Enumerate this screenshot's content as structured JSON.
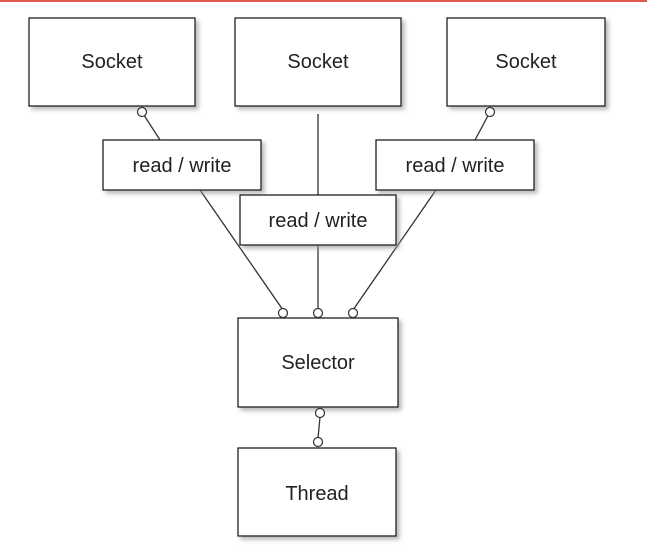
{
  "colors": {
    "accent_bar": "#e05a4e",
    "box_fill": "#ffffff",
    "box_stroke": "#111111",
    "shadow": "#b0b0b0",
    "line": "#333333",
    "text": "#222222"
  },
  "diagram": {
    "sockets": [
      {
        "label": "Socket"
      },
      {
        "label": "Socket"
      },
      {
        "label": "Socket"
      }
    ],
    "channels": [
      {
        "label": "read / write"
      },
      {
        "label": "read / write"
      },
      {
        "label": "read / write"
      }
    ],
    "selector": {
      "label": "Selector"
    },
    "thread": {
      "label": "Thread"
    }
  }
}
